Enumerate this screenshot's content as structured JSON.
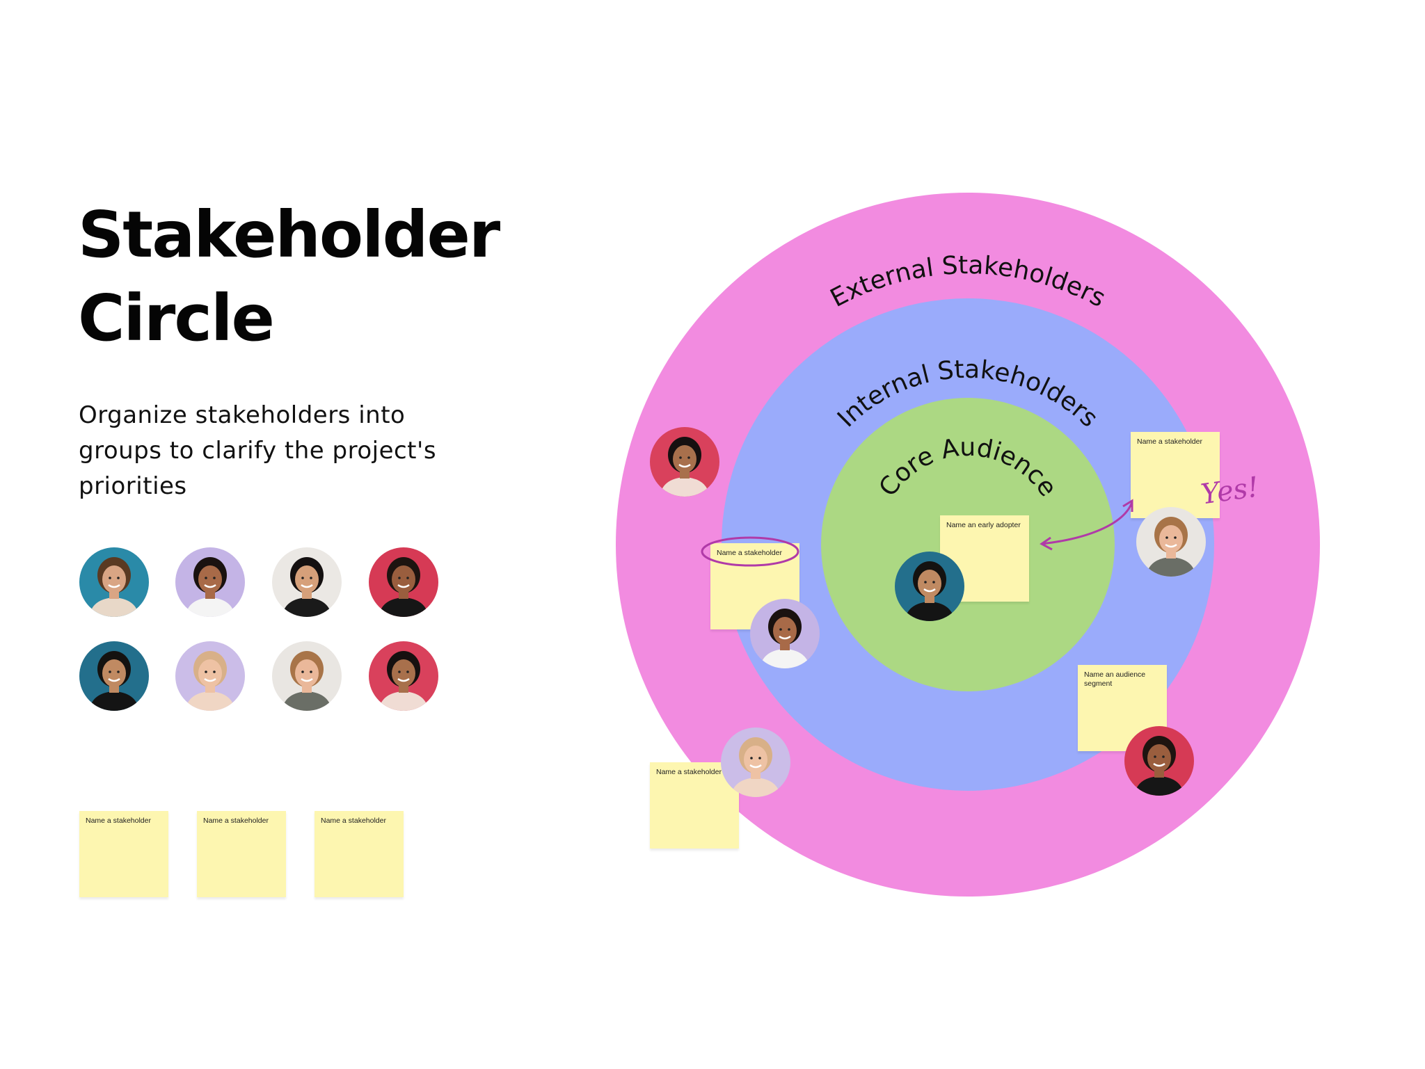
{
  "title": {
    "line1": "Stakeholder",
    "line2": "Circle"
  },
  "subtitle": "Organize stakeholders into groups to clarify the project's priorities",
  "rings": [
    {
      "label": "External Stakeholders",
      "color": "#f28be0"
    },
    {
      "label": "Internal Stakeholders",
      "color": "#9aabfb"
    },
    {
      "label": "Core Audience",
      "color": "#acd883"
    }
  ],
  "annotation": {
    "text": "Yes!",
    "color": "#b03aa8"
  },
  "sticky_color": "#fdf6b0",
  "palette_stickies": [
    "Name a stakeholder",
    "Name a stakeholder",
    "Name a stakeholder"
  ],
  "diagram_stickies": {
    "early_adopter": "Name an early adopter",
    "left_stakeholder": "Name a stakeholder",
    "right_stakeholder": "Name a stakeholder",
    "audience_segment": "Name an audience segment",
    "bottom_stakeholder": "Name a stakeholder"
  },
  "people": [
    {
      "id": "woman-teal",
      "bg": "#2a8aa8",
      "skin": "#d9a584",
      "hair": "#5a3a22",
      "shirt": "#e8d8c8"
    },
    {
      "id": "woman-lavender",
      "bg": "#c4b4e6",
      "skin": "#a86a48",
      "hair": "#1a1210",
      "shirt": "#f4f4f4"
    },
    {
      "id": "woman-grey",
      "bg": "#ebe8e4",
      "skin": "#d6a07a",
      "hair": "#141010",
      "shirt": "#1a1a1a"
    },
    {
      "id": "woman-red-ponytail",
      "bg": "#d63a55",
      "skin": "#9a5e3e",
      "hair": "#1e1410",
      "shirt": "#161616"
    },
    {
      "id": "man-teal-glasses",
      "bg": "#236f8c",
      "skin": "#c08a62",
      "hair": "#141210",
      "shirt": "#141414"
    },
    {
      "id": "woman-blonde",
      "bg": "#cbbde8",
      "skin": "#eec2a4",
      "hair": "#d8b088",
      "shirt": "#f0d6c4"
    },
    {
      "id": "man-white-bg",
      "bg": "#e9e6e2",
      "skin": "#eab89a",
      "hair": "#a87448",
      "shirt": "#6a6e66"
    },
    {
      "id": "woman-red-curly",
      "bg": "#d9415c",
      "skin": "#a8704c",
      "hair": "#161010",
      "shirt": "#f0dcd4"
    }
  ]
}
